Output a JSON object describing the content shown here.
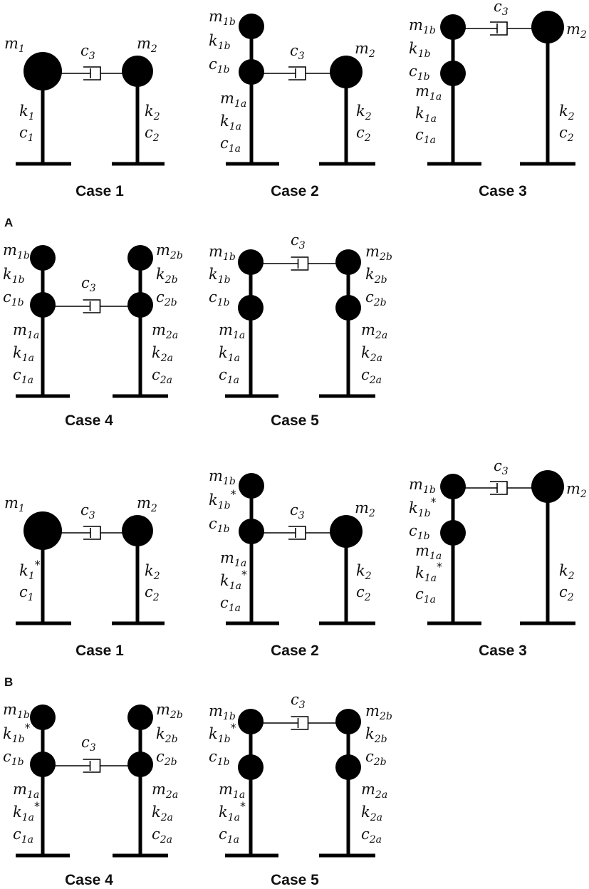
{
  "panels": [
    {
      "letter": "A",
      "cases": [
        {
          "caption": "Case 1",
          "damper": "c3",
          "left": {
            "masses": [
              {
                "name": "m",
                "sub": "1"
              }
            ],
            "params": [
              {
                "name": "k",
                "sub": "1",
                "star": ""
              },
              {
                "name": "c",
                "sub": "1",
                "star": ""
              }
            ]
          },
          "right": {
            "masses": [
              {
                "name": "m",
                "sub": "2"
              }
            ],
            "params": [
              {
                "name": "k",
                "sub": "2",
                "star": ""
              },
              {
                "name": "c",
                "sub": "2",
                "star": ""
              }
            ]
          }
        },
        {
          "caption": "Case 2",
          "damper": "c3",
          "left": {
            "top_params": [
              {
                "name": "m",
                "sub": "1b",
                "star": ""
              },
              {
                "name": "k",
                "sub": "1b",
                "star": ""
              },
              {
                "name": "c",
                "sub": "1b",
                "star": ""
              }
            ],
            "params": [
              {
                "name": "m",
                "sub": "1a",
                "star": ""
              },
              {
                "name": "k",
                "sub": "1a",
                "star": ""
              },
              {
                "name": "c",
                "sub": "1a",
                "star": ""
              }
            ]
          },
          "right": {
            "masses": [
              {
                "name": "m",
                "sub": "2"
              }
            ],
            "params": [
              {
                "name": "k",
                "sub": "2",
                "star": ""
              },
              {
                "name": "c",
                "sub": "2",
                "star": ""
              }
            ]
          }
        },
        {
          "caption": "Case 3",
          "damper": "c3",
          "left": {
            "params": [
              {
                "name": "m",
                "sub": "1b",
                "star": ""
              },
              {
                "name": "k",
                "sub": "1b",
                "star": ""
              },
              {
                "name": "c",
                "sub": "1b",
                "star": ""
              },
              {
                "name": "m",
                "sub": "1a",
                "star": ""
              },
              {
                "name": "k",
                "sub": "1a",
                "star": ""
              },
              {
                "name": "c",
                "sub": "1a",
                "star": ""
              }
            ]
          },
          "right": {
            "masses": [
              {
                "name": "m",
                "sub": "2"
              }
            ],
            "params": [
              {
                "name": "k",
                "sub": "2",
                "star": ""
              },
              {
                "name": "c",
                "sub": "2",
                "star": ""
              }
            ]
          }
        },
        {
          "caption": "Case 4",
          "damper": "c3",
          "left": {
            "params": [
              {
                "name": "m",
                "sub": "1b",
                "star": ""
              },
              {
                "name": "k",
                "sub": "1b",
                "star": ""
              },
              {
                "name": "c",
                "sub": "1b",
                "star": ""
              },
              {
                "name": "m",
                "sub": "1a",
                "star": ""
              },
              {
                "name": "k",
                "sub": "1a",
                "star": ""
              },
              {
                "name": "c",
                "sub": "1a",
                "star": ""
              }
            ]
          },
          "right": {
            "params": [
              {
                "name": "m",
                "sub": "2b",
                "star": ""
              },
              {
                "name": "k",
                "sub": "2b",
                "star": ""
              },
              {
                "name": "c",
                "sub": "2b",
                "star": ""
              },
              {
                "name": "m",
                "sub": "2a",
                "star": ""
              },
              {
                "name": "k",
                "sub": "2a",
                "star": ""
              },
              {
                "name": "c",
                "sub": "2a",
                "star": ""
              }
            ]
          }
        },
        {
          "caption": "Case 5",
          "damper": "c3",
          "left": {
            "params": [
              {
                "name": "m",
                "sub": "1b",
                "star": ""
              },
              {
                "name": "k",
                "sub": "1b",
                "star": ""
              },
              {
                "name": "c",
                "sub": "1b",
                "star": ""
              },
              {
                "name": "m",
                "sub": "1a",
                "star": ""
              },
              {
                "name": "k",
                "sub": "1a",
                "star": ""
              },
              {
                "name": "c",
                "sub": "1a",
                "star": ""
              }
            ]
          },
          "right": {
            "params": [
              {
                "name": "m",
                "sub": "2b",
                "star": ""
              },
              {
                "name": "k",
                "sub": "2b",
                "star": ""
              },
              {
                "name": "c",
                "sub": "2b",
                "star": ""
              },
              {
                "name": "m",
                "sub": "2a",
                "star": ""
              },
              {
                "name": "k",
                "sub": "2a",
                "star": ""
              },
              {
                "name": "c",
                "sub": "2a",
                "star": ""
              }
            ]
          }
        }
      ]
    },
    {
      "letter": "B",
      "cases": [
        {
          "caption": "Case 1",
          "damper": "c3",
          "left": {
            "masses": [
              {
                "name": "m",
                "sub": "1"
              }
            ],
            "params": [
              {
                "name": "k",
                "sub": "1",
                "star": "*"
              },
              {
                "name": "c",
                "sub": "1",
                "star": ""
              }
            ]
          },
          "right": {
            "masses": [
              {
                "name": "m",
                "sub": "2"
              }
            ],
            "params": [
              {
                "name": "k",
                "sub": "2",
                "star": ""
              },
              {
                "name": "c",
                "sub": "2",
                "star": ""
              }
            ]
          }
        },
        {
          "caption": "Case 2",
          "damper": "c3",
          "left": {
            "top_params": [
              {
                "name": "m",
                "sub": "1b",
                "star": ""
              },
              {
                "name": "k",
                "sub": "1b",
                "star": "*"
              },
              {
                "name": "c",
                "sub": "1b",
                "star": ""
              }
            ],
            "params": [
              {
                "name": "m",
                "sub": "1a",
                "star": ""
              },
              {
                "name": "k",
                "sub": "1a",
                "star": "*"
              },
              {
                "name": "c",
                "sub": "1a",
                "star": ""
              }
            ]
          },
          "right": {
            "masses": [
              {
                "name": "m",
                "sub": "2"
              }
            ],
            "params": [
              {
                "name": "k",
                "sub": "2",
                "star": ""
              },
              {
                "name": "c",
                "sub": "2",
                "star": ""
              }
            ]
          }
        },
        {
          "caption": "Case 3",
          "damper": "c3",
          "left": {
            "params": [
              {
                "name": "m",
                "sub": "1b",
                "star": ""
              },
              {
                "name": "k",
                "sub": "1b",
                "star": "*"
              },
              {
                "name": "c",
                "sub": "1b",
                "star": ""
              },
              {
                "name": "m",
                "sub": "1a",
                "star": ""
              },
              {
                "name": "k",
                "sub": "1a",
                "star": "*"
              },
              {
                "name": "c",
                "sub": "1a",
                "star": ""
              }
            ]
          },
          "right": {
            "masses": [
              {
                "name": "m",
                "sub": "2"
              }
            ],
            "params": [
              {
                "name": "k",
                "sub": "2",
                "star": ""
              },
              {
                "name": "c",
                "sub": "2",
                "star": ""
              }
            ]
          }
        },
        {
          "caption": "Case 4",
          "damper": "c3",
          "left": {
            "params": [
              {
                "name": "m",
                "sub": "1b",
                "star": ""
              },
              {
                "name": "k",
                "sub": "1b",
                "star": "*"
              },
              {
                "name": "c",
                "sub": "1b",
                "star": ""
              },
              {
                "name": "m",
                "sub": "1a",
                "star": ""
              },
              {
                "name": "k",
                "sub": "1a",
                "star": "*"
              },
              {
                "name": "c",
                "sub": "1a",
                "star": ""
              }
            ]
          },
          "right": {
            "params": [
              {
                "name": "m",
                "sub": "2b",
                "star": ""
              },
              {
                "name": "k",
                "sub": "2b",
                "star": ""
              },
              {
                "name": "c",
                "sub": "2b",
                "star": ""
              },
              {
                "name": "m",
                "sub": "2a",
                "star": ""
              },
              {
                "name": "k",
                "sub": "2a",
                "star": ""
              },
              {
                "name": "c",
                "sub": "2a",
                "star": ""
              }
            ]
          }
        },
        {
          "caption": "Case 5",
          "damper": "c3",
          "left": {
            "params": [
              {
                "name": "m",
                "sub": "1b",
                "star": ""
              },
              {
                "name": "k",
                "sub": "1b",
                "star": "*"
              },
              {
                "name": "c",
                "sub": "1b",
                "star": ""
              },
              {
                "name": "m",
                "sub": "1a",
                "star": ""
              },
              {
                "name": "k",
                "sub": "1a",
                "star": "*"
              },
              {
                "name": "c",
                "sub": "1a",
                "star": ""
              }
            ]
          },
          "right": {
            "params": [
              {
                "name": "m",
                "sub": "2b",
                "star": ""
              },
              {
                "name": "k",
                "sub": "2b",
                "star": ""
              },
              {
                "name": "c",
                "sub": "2b",
                "star": ""
              },
              {
                "name": "m",
                "sub": "2a",
                "star": ""
              },
              {
                "name": "k",
                "sub": "2a",
                "star": ""
              },
              {
                "name": "c",
                "sub": "2a",
                "star": ""
              }
            ]
          }
        }
      ]
    }
  ]
}
